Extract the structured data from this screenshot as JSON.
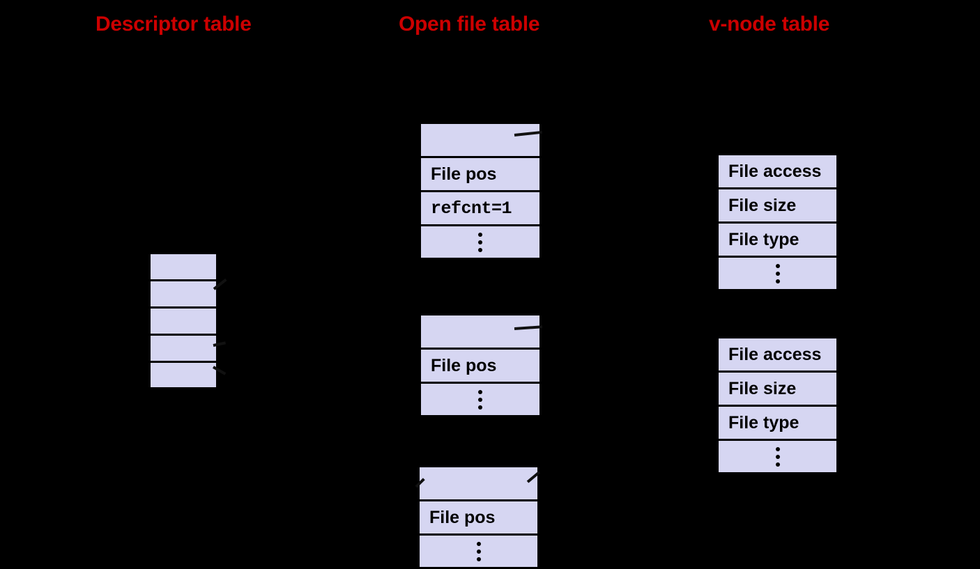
{
  "headings": {
    "descriptor": "Descriptor table",
    "openfile": "Open file table",
    "vnode": "v-node table"
  },
  "colors": {
    "background": "#000000",
    "heading": "#cc0000",
    "cell_fill": "#d6d6f2",
    "cell_border": "#000000",
    "text": "#000000"
  },
  "descriptor_table": {
    "rows": [
      {
        "label": "",
        "kind": "blank"
      },
      {
        "label": "",
        "kind": "blank"
      },
      {
        "label": "",
        "kind": "blank"
      },
      {
        "label": "",
        "kind": "blank"
      },
      {
        "label": "",
        "kind": "blank"
      }
    ]
  },
  "open_file_table": {
    "blocks": [
      {
        "rows": [
          {
            "label": "",
            "kind": "blank"
          },
          {
            "label": "File pos",
            "kind": "text"
          },
          {
            "label": "refcnt=1",
            "kind": "mono"
          },
          {
            "label": "",
            "kind": "ellipsis"
          }
        ]
      },
      {
        "rows": [
          {
            "label": "",
            "kind": "blank"
          },
          {
            "label": "File pos",
            "kind": "text"
          },
          {
            "label": "",
            "kind": "ellipsis"
          }
        ]
      },
      {
        "rows": [
          {
            "label": "",
            "kind": "blank"
          },
          {
            "label": "File pos",
            "kind": "text"
          },
          {
            "label": "",
            "kind": "ellipsis"
          }
        ]
      }
    ]
  },
  "vnode_table": {
    "blocks": [
      {
        "rows": [
          {
            "label": "File access",
            "kind": "text"
          },
          {
            "label": "File size",
            "kind": "text"
          },
          {
            "label": "File type",
            "kind": "text"
          },
          {
            "label": "",
            "kind": "ellipsis"
          }
        ]
      },
      {
        "rows": [
          {
            "label": "File access",
            "kind": "text"
          },
          {
            "label": "File size",
            "kind": "text"
          },
          {
            "label": "File type",
            "kind": "text"
          },
          {
            "label": "",
            "kind": "ellipsis"
          }
        ]
      }
    ]
  },
  "connectors": [
    {
      "name": "descriptor-row2-to-openfile-1"
    },
    {
      "name": "descriptor-row4-to-openfile-2"
    },
    {
      "name": "descriptor-row5-to-openfile-3"
    },
    {
      "name": "openfile-1-to-vnode-1"
    },
    {
      "name": "openfile-2-to-vnode-2"
    },
    {
      "name": "openfile-3-to-vnode-1"
    }
  ]
}
